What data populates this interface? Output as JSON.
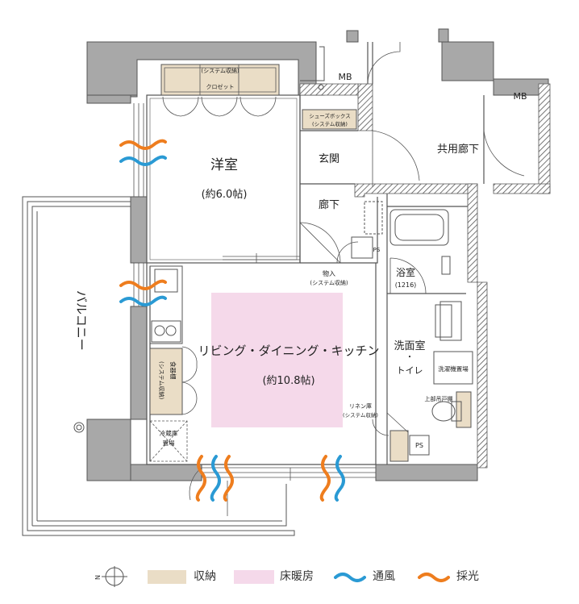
{
  "rooms": {
    "western_room": {
      "name": "洋室",
      "size": "(約6.0帖)"
    },
    "entrance": "玄関",
    "hallway": "廊下",
    "common_corridor": "共用廊下",
    "balcony": "バルコニー",
    "ldk": {
      "name": "リビング・ダイニング・キッチン",
      "size": "(約10.8帖)"
    },
    "bathroom": {
      "name": "浴室",
      "size": "(1216)"
    },
    "washroom": {
      "name": "洗面室",
      "dot": "・",
      "toilet": "トイレ"
    }
  },
  "storage": {
    "system": "(システム収納)",
    "closet": "クロゼット",
    "shoe_box": "シューズボックス",
    "shoe_box_sub": "(システム収納)",
    "storeroom": "物入",
    "storeroom_sub": "(システム収納)",
    "pantry_1": "食器棚",
    "pantry_2": "(システム収納)",
    "linen": "リネン庫",
    "linen_sub": "(システム収納)",
    "upper_cabinet": "上部吊戸棚"
  },
  "fixtures": {
    "mb_left": "MB",
    "mb_right": "MB",
    "ps_left": "PS",
    "ps_right": "PS",
    "fridge_1": "冷蔵庫",
    "fridge_2": "置場",
    "washer": "洗濯機置場"
  },
  "legend": {
    "compass_n": "N",
    "storage": "収納",
    "floor_heating": "床暖房",
    "ventilation": "通風",
    "daylight": "採光"
  },
  "colors": {
    "wall": "#a8a8a8",
    "storage": "#eaddc6",
    "floor_heating": "#f5d9ea",
    "ventilation": "#2a9ad4",
    "daylight": "#ee7d1e"
  }
}
